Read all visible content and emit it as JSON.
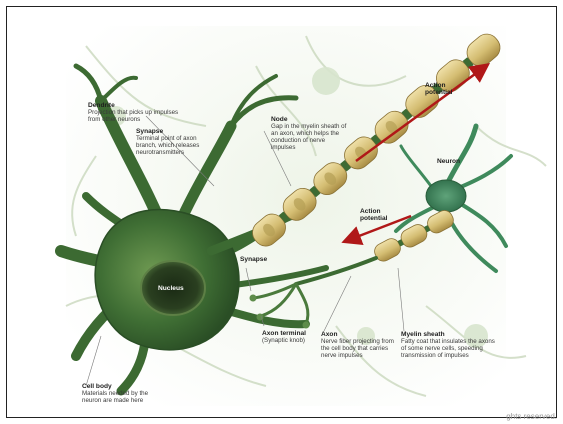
{
  "labels": {
    "dendrite": {
      "title": "Dendrite",
      "desc": "Projection that picks up impulses from other neurons"
    },
    "synapse_top": {
      "title": "Synapse",
      "desc": "Terminal point of axon branch, which releases neurotransmitters"
    },
    "node": {
      "title": "Node",
      "desc": "Gap in the myelin sheath of an axon, which helps the conduction of nerve impulses"
    },
    "action_potential_top": {
      "title": "Action potential"
    },
    "neuron": {
      "title": "Neuron"
    },
    "action_potential_mid": {
      "title": "Action potential"
    },
    "nucleus": {
      "title": "Nucleus"
    },
    "synapse_mid": {
      "title": "Synapse"
    },
    "axon_terminal": {
      "title": "Axon terminal",
      "desc": "(Synaptic knob)"
    },
    "axon": {
      "title": "Axon",
      "desc": "Nerve fiber projecting from the cell body that carries nerve impulses"
    },
    "myelin_sheath": {
      "title": "Myelin sheath",
      "desc": "Fatty coat that insulates the axons of some nerve cells, speeding transmission of impulses"
    },
    "cell_body": {
      "title": "Cell body",
      "desc": "Materials needed by the neuron are made here"
    }
  },
  "footer": {
    "copyright": "ghts reserved."
  },
  "colors": {
    "arrow": "#b01818",
    "neuron": "#2f5a2a",
    "myelin": "#d9c583",
    "background_network": "#d6e2cc"
  }
}
